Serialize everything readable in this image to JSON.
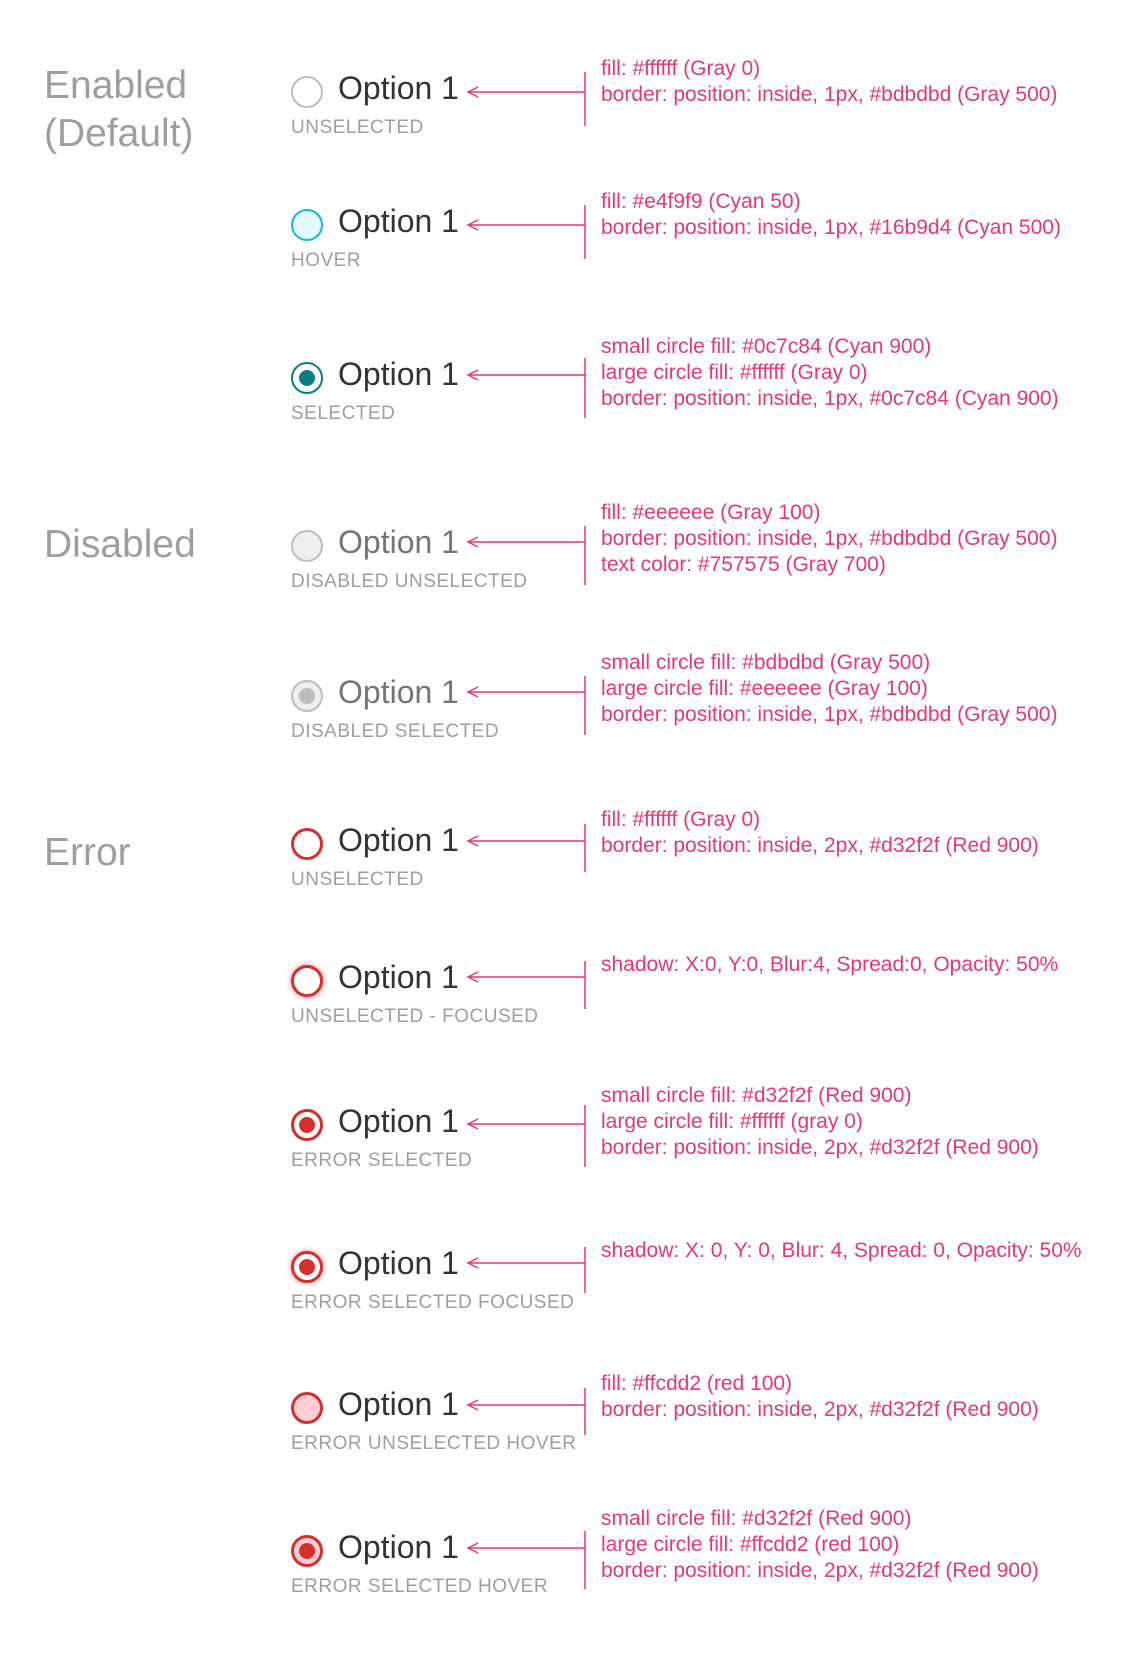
{
  "accent": "#e53974",
  "sections": [
    {
      "title_line1": "Enabled",
      "title_line2": "(Default)"
    },
    {
      "title_line1": "Disabled"
    },
    {
      "title_line1": "Error"
    }
  ],
  "rows": [
    {
      "label": "Option 1",
      "caption": "UNSELECTED",
      "notes": [
        "fill: #ffffff (Gray 0)",
        "border: position: inside, 1px, #bdbdbd (Gray 500)"
      ]
    },
    {
      "label": "Option 1",
      "caption": "HOVER",
      "notes": [
        "fill: #e4f9f9 (Cyan 50)",
        "border: position: inside, 1px, #16b9d4 (Cyan 500)"
      ]
    },
    {
      "label": "Option 1",
      "caption": "SELECTED",
      "notes": [
        "small circle fill: #0c7c84 (Cyan 900)",
        "large circle fill: #ffffff (Gray 0)",
        "border: position: inside, 1px, #0c7c84 (Cyan 900)"
      ]
    },
    {
      "label": "Option 1",
      "caption": "DISABLED UNSELECTED",
      "notes": [
        "fill: #eeeeee (Gray 100)",
        "border: position: inside, 1px, #bdbdbd (Gray 500)",
        "text color: #757575 (Gray 700)"
      ]
    },
    {
      "label": "Option 1",
      "caption": "DISABLED SELECTED",
      "notes": [
        "small circle fill: #bdbdbd (Gray 500)",
        "large circle fill: #eeeeee (Gray 100)",
        "border: position: inside, 1px, #bdbdbd (Gray 500)"
      ]
    },
    {
      "label": "Option 1",
      "caption": "UNSELECTED",
      "notes": [
        "fill: #ffffff (Gray 0)",
        "border: position: inside, 2px, #d32f2f (Red 900)"
      ]
    },
    {
      "label": "Option 1",
      "caption": "UNSELECTED - FOCUSED",
      "notes": [
        "shadow: X:0, Y:0, Blur:4, Spread:0, Opacity: 50%"
      ]
    },
    {
      "label": "Option 1",
      "caption": "ERROR SELECTED",
      "notes": [
        "small circle fill: #d32f2f (Red 900)",
        "large circle fill: #ffffff (gray 0)",
        "border: position: inside, 2px, #d32f2f (Red 900)"
      ]
    },
    {
      "label": "Option 1",
      "caption": "ERROR SELECTED FOCUSED",
      "notes": [
        "shadow: X: 0, Y: 0, Blur: 4, Spread: 0, Opacity: 50%"
      ]
    },
    {
      "label": "Option 1",
      "caption": "ERROR UNSELECTED HOVER",
      "notes": [
        "fill: #ffcdd2 (red 100)",
        "border: position: inside, 2px, #d32f2f (Red 900)"
      ]
    },
    {
      "label": "Option 1",
      "caption": "ERROR SELECTED HOVER",
      "notes": [
        "small circle fill: #d32f2f (Red 900)",
        "large circle fill: #ffcdd2 (red 100)",
        "border: position: inside, 2px, #d32f2f (Red 900)"
      ]
    }
  ]
}
